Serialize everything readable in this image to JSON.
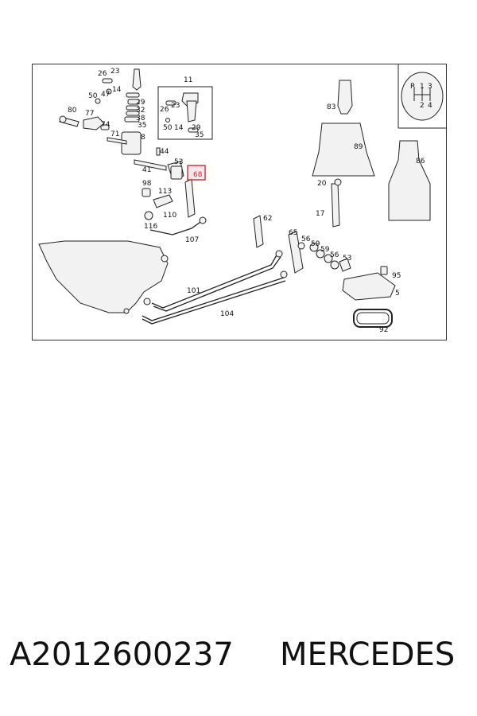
{
  "diagram": {
    "highlighted_part": "68",
    "callouts": {
      "c26a": "26",
      "c23a": "23",
      "c11": "11",
      "c50a": "50",
      "c47": "47",
      "c14a": "14",
      "c29a": "29",
      "c32": "32",
      "c38": "38",
      "c35a": "35",
      "c80": "80",
      "c77": "77",
      "c74": "74",
      "c71": "71",
      "c8": "8",
      "c23b": "23",
      "c26b": "26",
      "c50b": "50",
      "c14b": "14",
      "c29b": "29",
      "c35b": "35",
      "c44": "44",
      "c41": "41",
      "c53a": "53",
      "c68": "68",
      "c98": "98",
      "c113": "113",
      "c110": "110",
      "c116": "116",
      "c107": "107",
      "c62": "62",
      "c65": "65",
      "c56a": "56",
      "c59a": "59",
      "c59b": "59",
      "c56b": "56",
      "c53b": "53",
      "c95": "95",
      "c5": "5",
      "c92": "92",
      "c101": "101",
      "c104": "104",
      "c83": "83",
      "c89": "89",
      "c86": "86",
      "c20": "20",
      "c17": "17"
    },
    "shift_pattern": {
      "r": "R",
      "one": "1",
      "three": "3",
      "two": "2",
      "four": "4"
    }
  },
  "footer": {
    "part_number": "A2012600237",
    "brand": "MERCEDES"
  },
  "colors": {
    "highlight": "#c0303a",
    "highlight_fill": "#f6d5d8",
    "line": "#222222"
  }
}
